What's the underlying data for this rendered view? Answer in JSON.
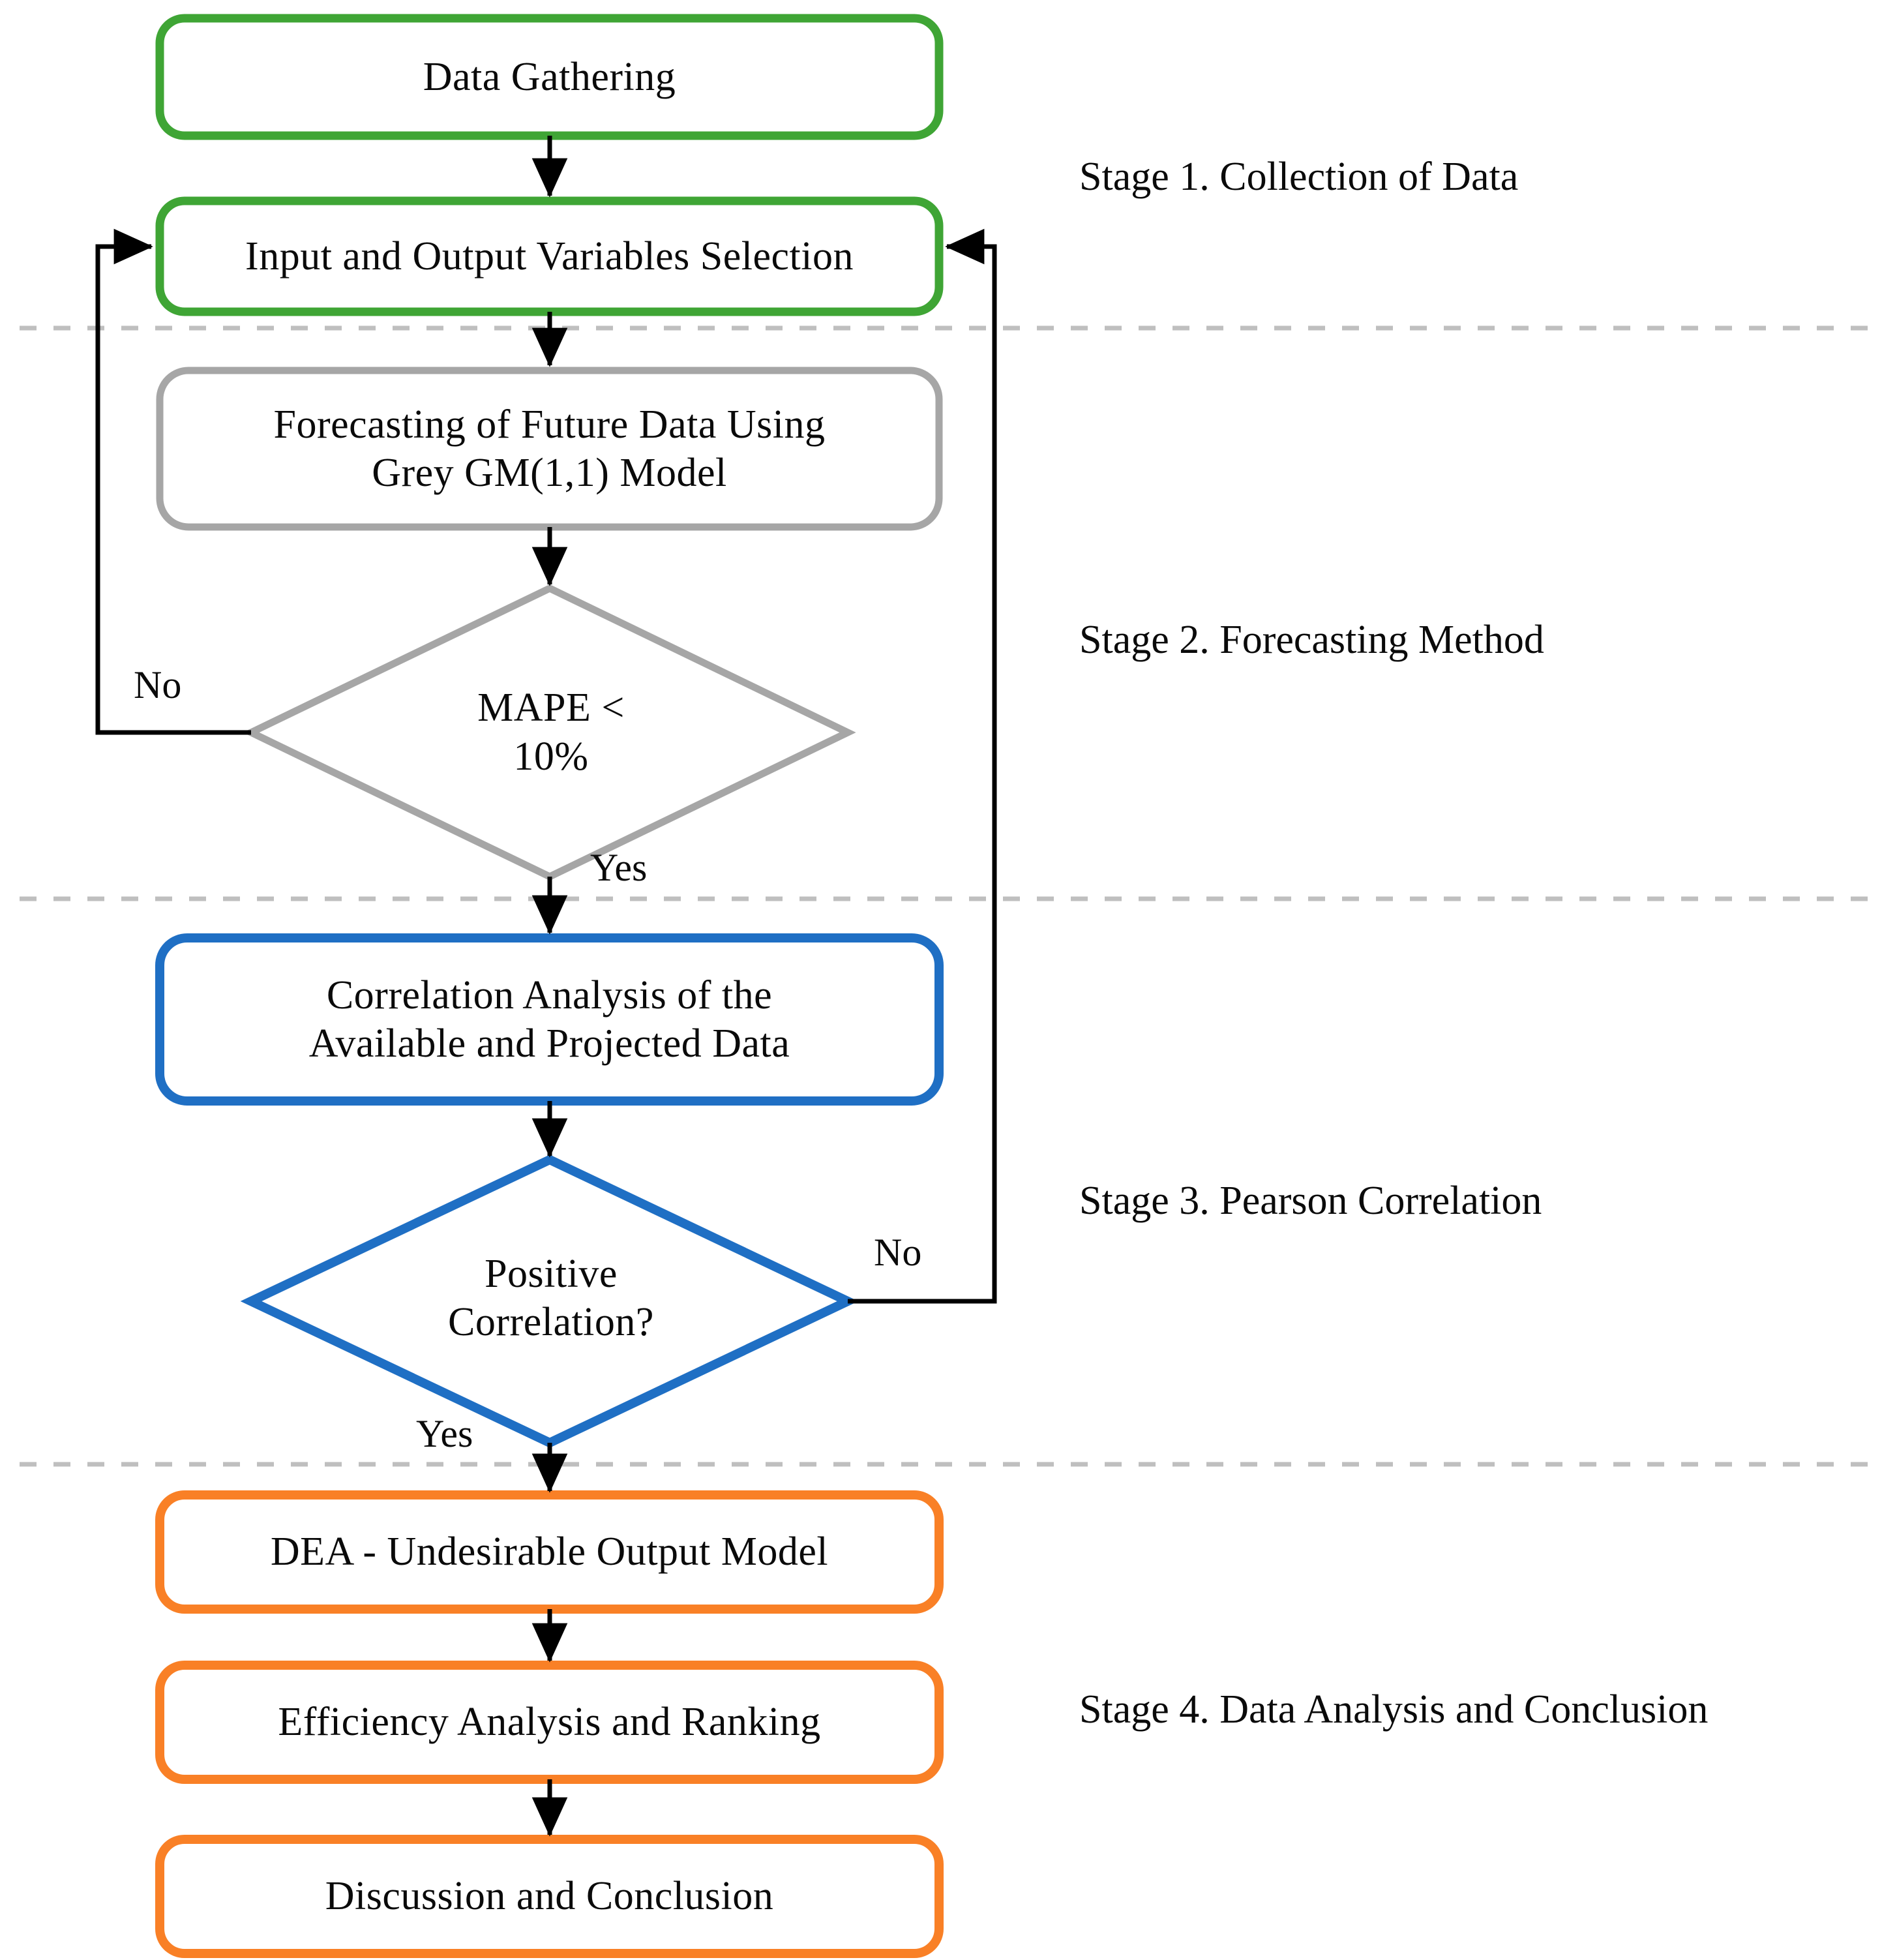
{
  "diagram": {
    "type": "flowchart",
    "title": "",
    "orientation": "top-to-bottom",
    "colors": {
      "green": "#3FA535",
      "grey": "#A6A6A6",
      "blue": "#1F6FC4",
      "orange": "#F98026",
      "arrow": "#000000",
      "divider": "#BFBFBF",
      "text": "#0A0A0A",
      "background": "#FFFFFF"
    }
  },
  "nodes": [
    {
      "id": "data-gathering",
      "shape": "rounded-rect",
      "color": "green",
      "label": "Data Gathering"
    },
    {
      "id": "variables-selection",
      "shape": "rounded-rect",
      "color": "green",
      "label": "Input and Output Variables  Selection"
    },
    {
      "id": "forecasting-grey-gm",
      "shape": "rounded-rect",
      "color": "grey",
      "label": "Forecasting  of Future Data Using\nGrey GM(1,1) Model"
    },
    {
      "id": "mape-decision",
      "shape": "diamond",
      "color": "grey",
      "label": "MAPE <\n10%"
    },
    {
      "id": "correlation-analysis",
      "shape": "rounded-rect",
      "color": "blue",
      "label": "Correlation  Analysis of the\nAvailable  and Projected Data"
    },
    {
      "id": "positive-correlation",
      "shape": "diamond",
      "color": "blue",
      "label": "Positive\nCorrelation?"
    },
    {
      "id": "dea-undesirable",
      "shape": "rounded-rect",
      "color": "orange",
      "label": "DEA - Undesirable  Output Model"
    },
    {
      "id": "efficiency-ranking",
      "shape": "rounded-rect",
      "color": "orange",
      "label": "Efficiency Analysis  and Ranking"
    },
    {
      "id": "discussion-conclusion",
      "shape": "rounded-rect",
      "color": "orange",
      "label": "Discussion  and Conclusion"
    }
  ],
  "edge_labels": {
    "mape_no": "No",
    "mape_yes": "Yes",
    "correlation_no": "No",
    "correlation_yes": "Yes"
  },
  "stages": [
    {
      "id": "stage-1",
      "label": "Stage 1. Collection of Data"
    },
    {
      "id": "stage-2",
      "label": "Stage 2. Forecasting  Method"
    },
    {
      "id": "stage-3",
      "label": "Stage 3. Pearson  Correlation"
    },
    {
      "id": "stage-4",
      "label": "Stage 4. Data Analysis and Conclusion"
    }
  ]
}
